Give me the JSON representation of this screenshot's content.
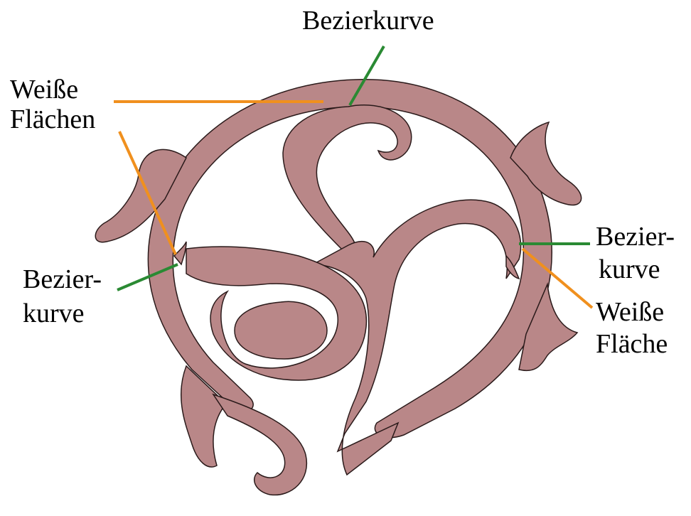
{
  "colors": {
    "shape_fill": "#b98788",
    "shape_stroke": "#2a1a1a",
    "bezier_line": "#2a8a33",
    "white_area_line": "#f0901e"
  },
  "labels": {
    "top_bezier": "Bezierkurve",
    "left_white_line1": "Weiße",
    "left_white_line2": "Flächen",
    "left_bezier_line1": "Bezier-",
    "left_bezier_line2": "kurve",
    "right_bezier_line1": "Bezier-",
    "right_bezier_line2": "kurve",
    "right_white_line1": "Weiße",
    "right_white_line2": "Fläche"
  }
}
